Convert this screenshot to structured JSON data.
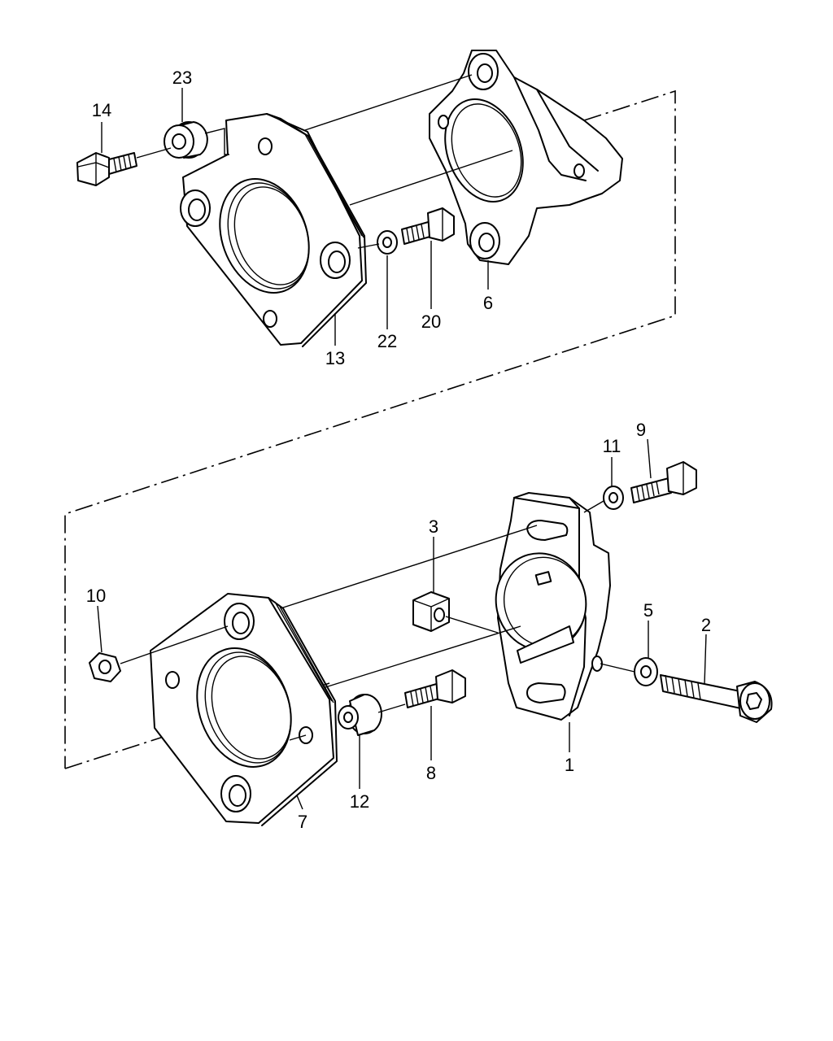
{
  "callouts": [
    {
      "id": "23",
      "label": "23"
    },
    {
      "id": "14",
      "label": "14"
    },
    {
      "id": "13",
      "label": "13"
    },
    {
      "id": "22",
      "label": "22"
    },
    {
      "id": "20",
      "label": "20"
    },
    {
      "id": "6",
      "label": "6"
    },
    {
      "id": "11",
      "label": "11"
    },
    {
      "id": "9",
      "label": "9"
    },
    {
      "id": "3",
      "label": "3"
    },
    {
      "id": "10",
      "label": "10"
    },
    {
      "id": "5",
      "label": "5"
    },
    {
      "id": "2",
      "label": "2"
    },
    {
      "id": "1",
      "label": "1"
    },
    {
      "id": "8",
      "label": "8"
    },
    {
      "id": "12",
      "label": "12"
    },
    {
      "id": "7",
      "label": "7"
    }
  ]
}
